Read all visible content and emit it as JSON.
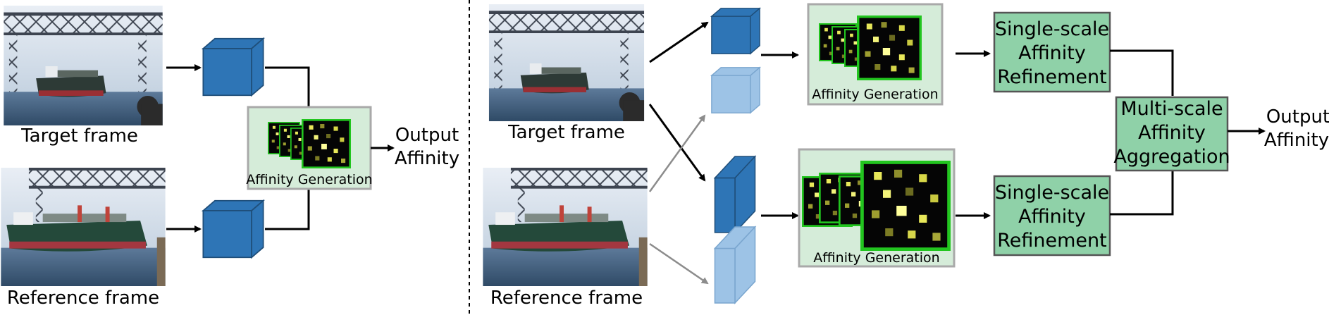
{
  "left_panel": {
    "target_label": "Target frame",
    "reference_label": "Reference frame",
    "affinity_label": "Affinity Generation",
    "output_line1": "Output",
    "output_line2": "Affinity"
  },
  "right_panel": {
    "target_label": "Target frame",
    "reference_label": "Reference frame",
    "affinity_top_label": "Affinity Generation",
    "affinity_bottom_label": "Affinity Generation",
    "refine_top": [
      "Single-scale",
      "Affinity",
      "Refinement"
    ],
    "refine_bottom": [
      "Single-scale",
      "Affinity",
      "Refinement"
    ],
    "aggregation": [
      "Multi-scale",
      "Affinity",
      "Aggregation"
    ],
    "output_line1": "Output",
    "output_line2": "Affinity"
  },
  "colors": {
    "cube_dark": "#2e75b6",
    "cube_light": "#9dc3e6",
    "green_box": "#8fd1a8",
    "affinity_bg": "#d5ecd9",
    "map_border": "#22c51f",
    "map_cell": "#e8e85a"
  }
}
